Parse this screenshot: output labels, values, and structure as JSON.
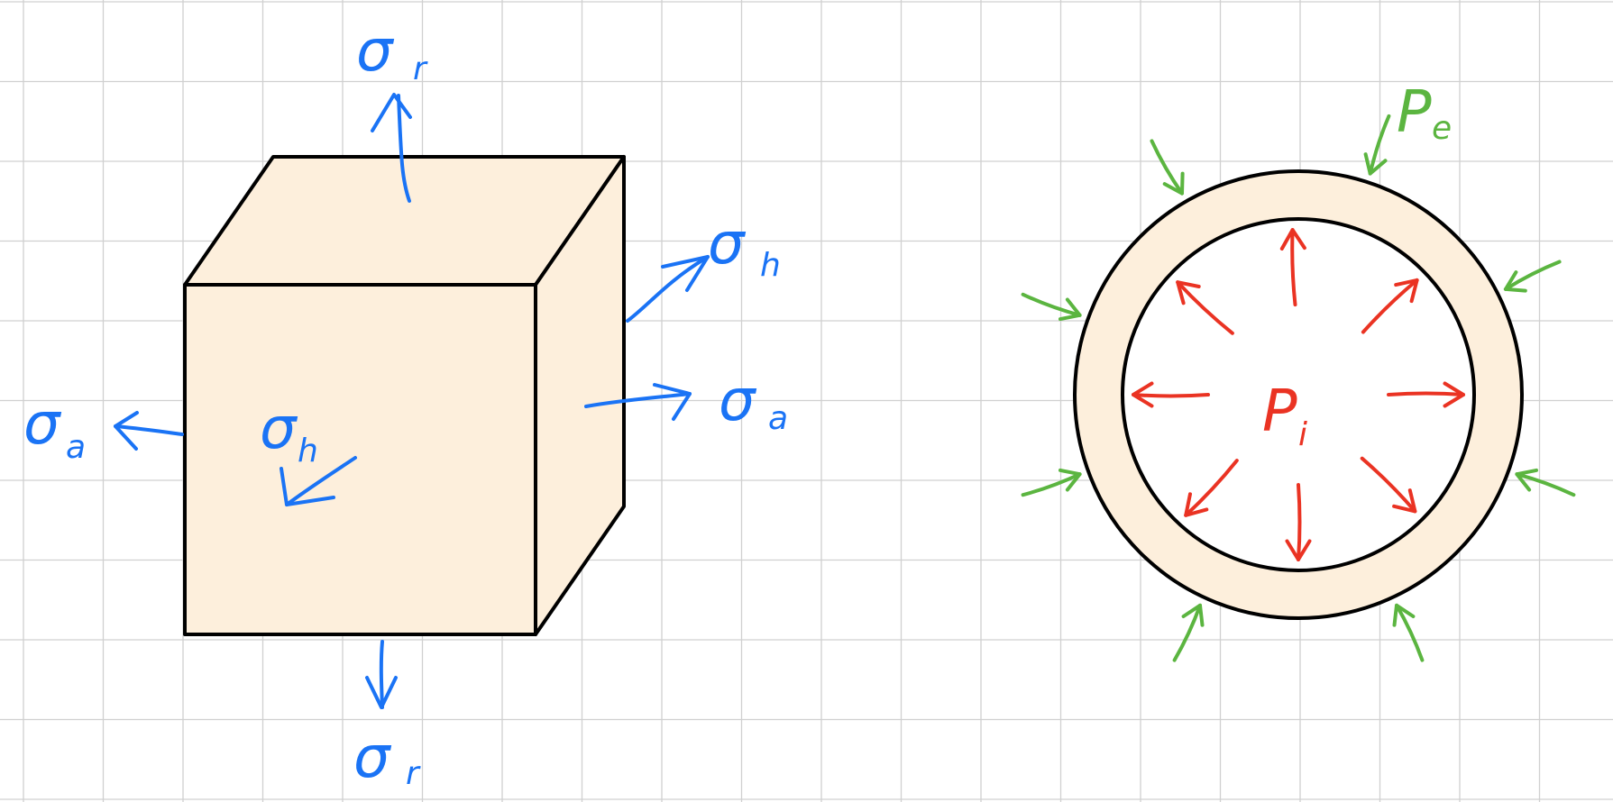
{
  "colors": {
    "background": "#ffffff",
    "grid": "#d0d0d0",
    "fill": "#fdefdc",
    "outline": "#000000",
    "stress": "#1a73f5",
    "internal_pressure": "#ea3323",
    "external_pressure": "#5bb540"
  },
  "element": {
    "label_top": {
      "symbol": "σ",
      "subscript": "r"
    },
    "label_bottom": {
      "symbol": "σ",
      "subscript": "r"
    },
    "label_left": {
      "symbol": "σ",
      "subscript": "a"
    },
    "label_right_upper": {
      "symbol": "σ",
      "subscript": "h"
    },
    "label_right": {
      "symbol": "σ",
      "subscript": "a"
    },
    "label_front": {
      "symbol": "σ",
      "subscript": "h"
    }
  },
  "cylinder": {
    "internal_pressure": {
      "symbol": "P",
      "subscript": "i"
    },
    "external_pressure": {
      "symbol": "P",
      "subscript": "e"
    }
  }
}
